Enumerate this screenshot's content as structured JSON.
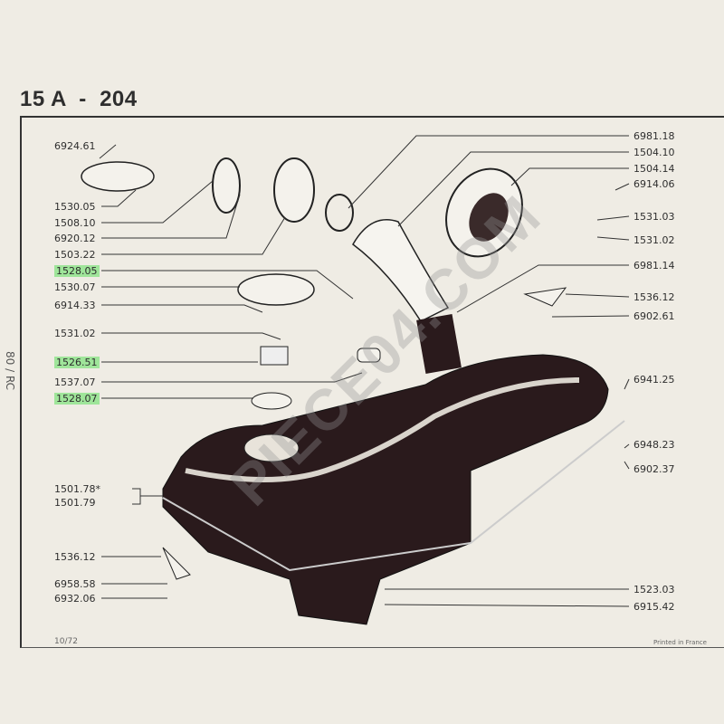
{
  "header": {
    "title": "15 A  -  204"
  },
  "left_labels": [
    {
      "text": "6924.61",
      "highlighted": false
    },
    {
      "text": "1530.05",
      "highlighted": false
    },
    {
      "text": "1508.10",
      "highlighted": false
    },
    {
      "text": "6920.12",
      "highlighted": false
    },
    {
      "text": "1503.22",
      "highlighted": false
    },
    {
      "text": "1528.05",
      "highlighted": true
    },
    {
      "text": "1530.07",
      "highlighted": false
    },
    {
      "text": "6914.33",
      "highlighted": false
    },
    {
      "text": "1531.02",
      "highlighted": false
    },
    {
      "text": "1526.51",
      "highlighted": true
    },
    {
      "text": "1537.07",
      "highlighted": false
    },
    {
      "text": "1528.07",
      "highlighted": true
    },
    {
      "text": "1501.78*",
      "highlighted": false
    },
    {
      "text": "1501.79",
      "highlighted": false
    },
    {
      "text": "1536.12",
      "highlighted": false
    },
    {
      "text": "6958.58",
      "highlighted": false
    },
    {
      "text": "6932.06",
      "highlighted": false
    }
  ],
  "right_labels": [
    {
      "text": "6981.18"
    },
    {
      "text": "1504.10"
    },
    {
      "text": "1504.14"
    },
    {
      "text": "6914.06"
    },
    {
      "text": "1531.03"
    },
    {
      "text": "1531.02"
    },
    {
      "text": "6981.14"
    },
    {
      "text": "1536.12"
    },
    {
      "text": "6902.61"
    },
    {
      "text": "6941.25"
    },
    {
      "text": "6948.23"
    },
    {
      "text": "6902.37"
    },
    {
      "text": "1523.03"
    },
    {
      "text": "6915.42"
    }
  ],
  "footer": {
    "date_code": "10/72",
    "printed": "Printed in France",
    "side_note": "80 / RC"
  },
  "watermark": "PIECE04.COM",
  "colors": {
    "highlight": "#9fe59a",
    "paper": "#efece4",
    "tank": "#2a1a1c"
  }
}
